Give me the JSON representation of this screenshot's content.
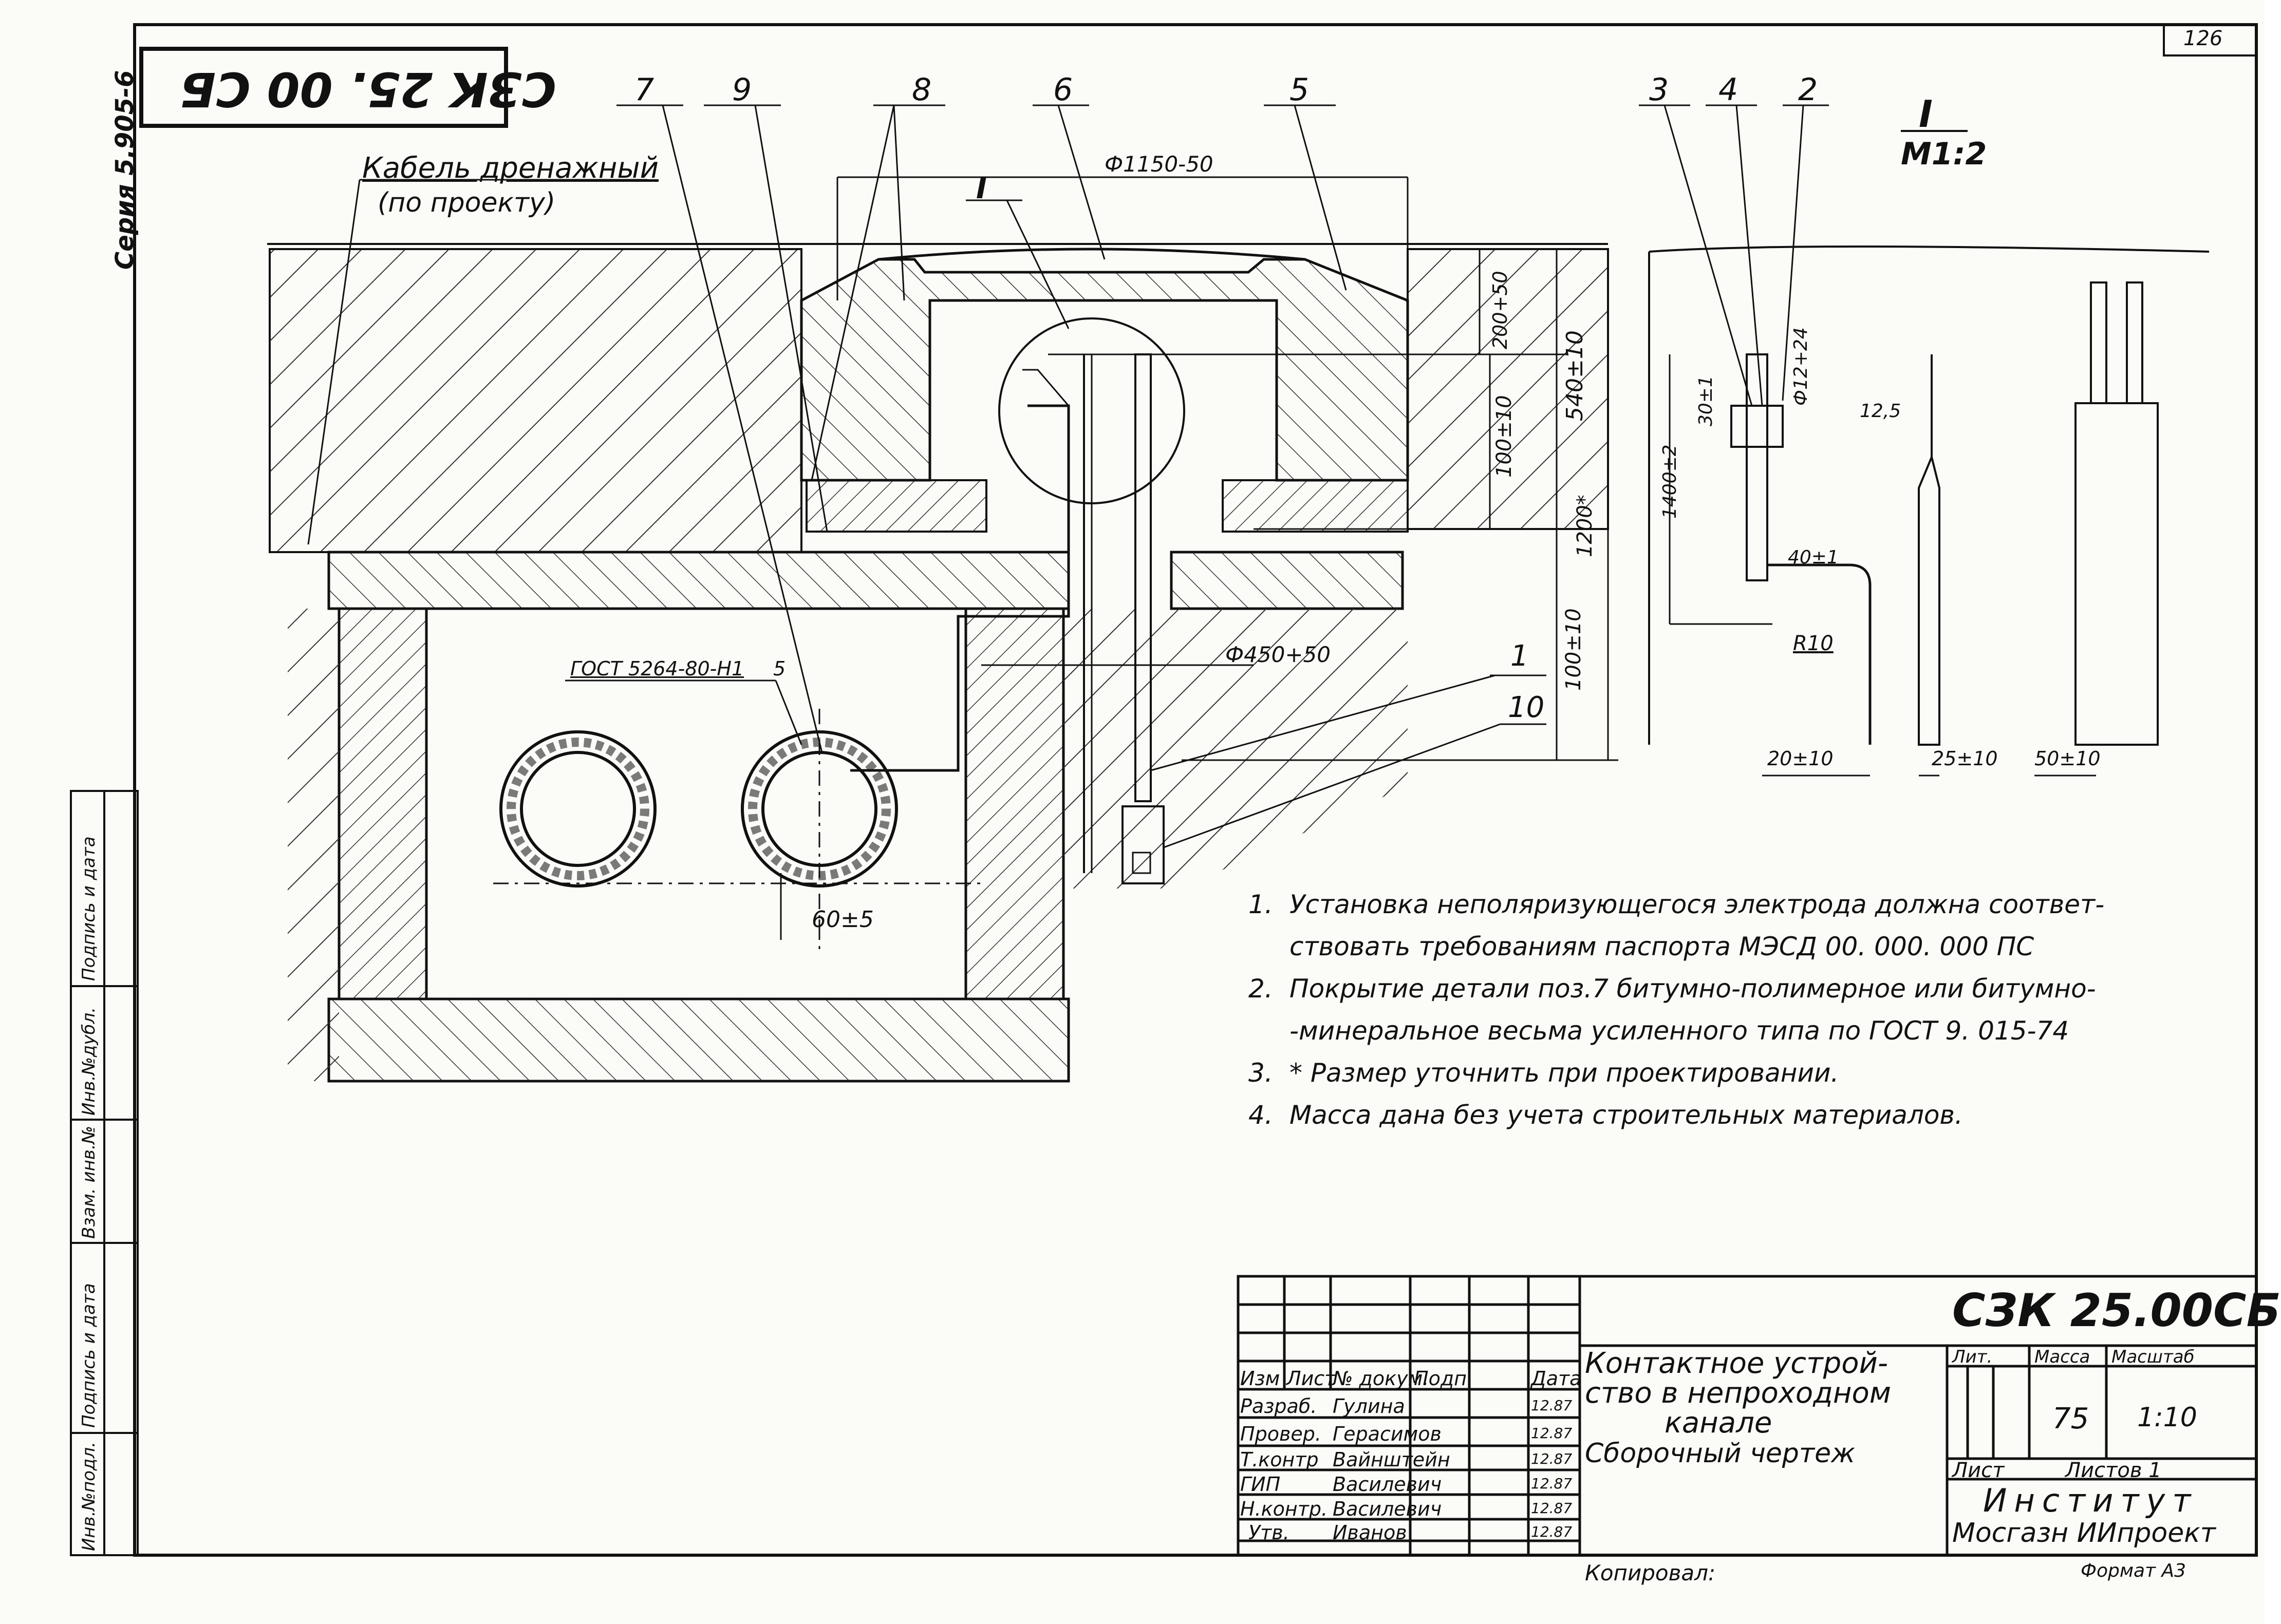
{
  "sheet_number": "126",
  "rotated_designation": "СЗК 25. 00 СБ",
  "series": "Серия 5.905-6",
  "scale_view": {
    "label": "I",
    "scale": "М1:2"
  },
  "callouts": [
    "7",
    "9",
    "8",
    "6",
    "5",
    "3",
    "4",
    "2",
    "1",
    "10",
    "I"
  ],
  "drainage_cable": {
    "line1": "Кабель дренажный",
    "line2": "(по проекту)"
  },
  "dimensions": {
    "d_top": "Ф1150-50",
    "h200": "200+50",
    "h540": "540±10",
    "h100a": "100±10",
    "h1200": "1200*",
    "h100b": "100±10",
    "d_bottom": "Ф450+50",
    "gost": "ГОСТ 5264-80-Н1",
    "weld": "5",
    "offset": "60±5",
    "detail_30": "30±1",
    "detail_d12": "Ф12+24",
    "detail_125": "12,5",
    "detail_1400": "1400±2",
    "detail_40": "40±1",
    "detail_r10": "R10",
    "detail_20": "20±10",
    "detail_25": "25±10",
    "detail_50": "50±10"
  },
  "notes": [
    {
      "n": "1.",
      "text": "Установка неполяризующегося электрода должна соответ-"
    },
    {
      "n": "",
      "text": "ствовать требованиям паспорта МЭСД 00. 000. 000 ПС"
    },
    {
      "n": "2.",
      "text": "Покрытие детали поз.7 битумно-полимерное или битумно-"
    },
    {
      "n": "",
      "text": "-минеральное весьма усиленного типа по ГОСТ 9. 015-74"
    },
    {
      "n": "3.",
      "text": "* Размер уточнить при проектировании."
    },
    {
      "n": "4.",
      "text": "Масса дана без учета строительных материалов."
    }
  ],
  "left_strip": [
    "Инв.№подл.",
    "Подпись и дата",
    "Взам. инв.№",
    "Инв.№дубл.",
    "Подпись и дата"
  ],
  "title_block": {
    "designation": "СЗК 25.00СБ",
    "title_line1": "Контактное устрой-",
    "title_line2": "ство в непроходном",
    "title_line3": "канале",
    "title_line4": "Сборочный чертеж",
    "headers": [
      "Изм",
      "Лист",
      "№ докум.",
      "Подп.",
      "Дата"
    ],
    "rows": [
      {
        "role": "Разраб.",
        "name": "Гулина",
        "date": "12.87"
      },
      {
        "role": "Провер.",
        "name": "Герасимов",
        "date": "12.87"
      },
      {
        "role": "Т.контр",
        "name": "Вайнштейн",
        "date": "12.87"
      },
      {
        "role": "ГИП",
        "name": "Василевич",
        "date": "12.87"
      },
      {
        "role": "Н.контр.",
        "name": "Василевич",
        "date": "12.87"
      },
      {
        "role": "Утв.",
        "name": "Иванов",
        "date": "12.87"
      }
    ],
    "lit_label": "Лит.",
    "mass_label": "Масса",
    "scale_label": "Масштаб",
    "mass": "75",
    "scale": "1:10",
    "sheet_label": "Лист",
    "sheets_label": "Листов 1",
    "org_line1": "Институт",
    "org_line2": "Мосгазн ИИпроект"
  },
  "copied_by": "Копировал:",
  "format": "Формат А3"
}
